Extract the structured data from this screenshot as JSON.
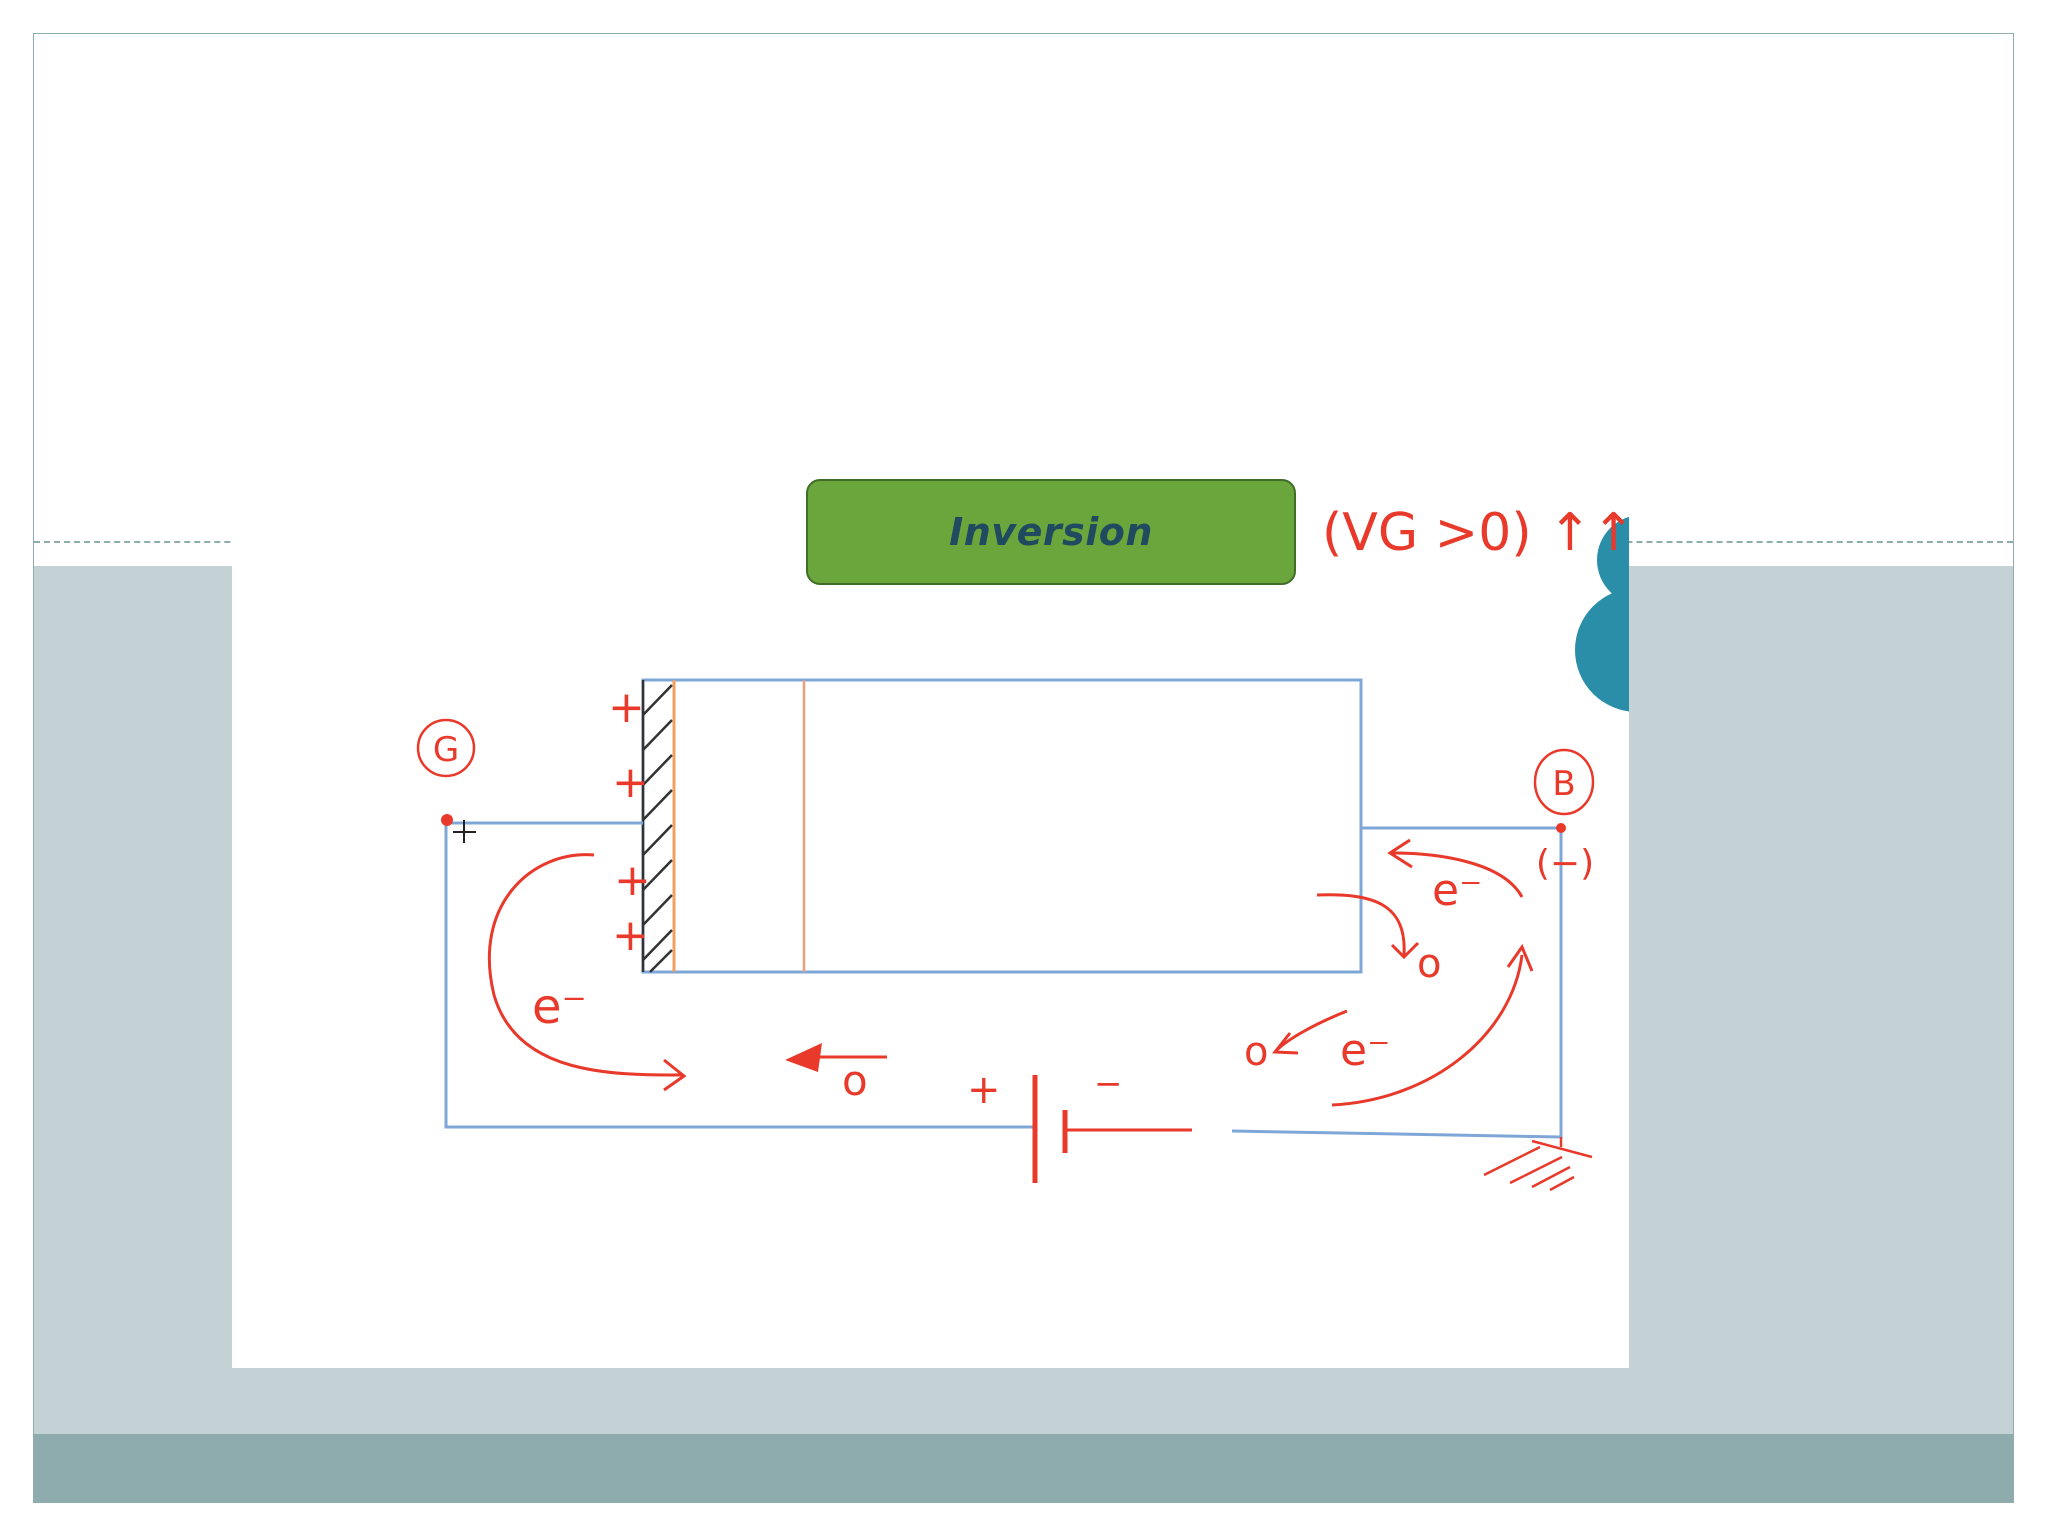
{
  "slide": {
    "title_box": "Inversion",
    "condition": "(VG >0) ↑↑",
    "gate_label": "G",
    "body_label": "B",
    "body_polarity": "(−)",
    "electron": "e⁻",
    "hole": "o",
    "plus": "+",
    "minus": "−"
  },
  "colors": {
    "band": "#c4d2d5",
    "footer": "#8eabae",
    "title_box": "#6aa63b",
    "title_text": "#1f4a5f",
    "ink_red": "#e8392a",
    "wire_blue": "#7ea7d8",
    "oxide_orange": "#f0a060",
    "accent_teal": "#2a8ea8"
  }
}
